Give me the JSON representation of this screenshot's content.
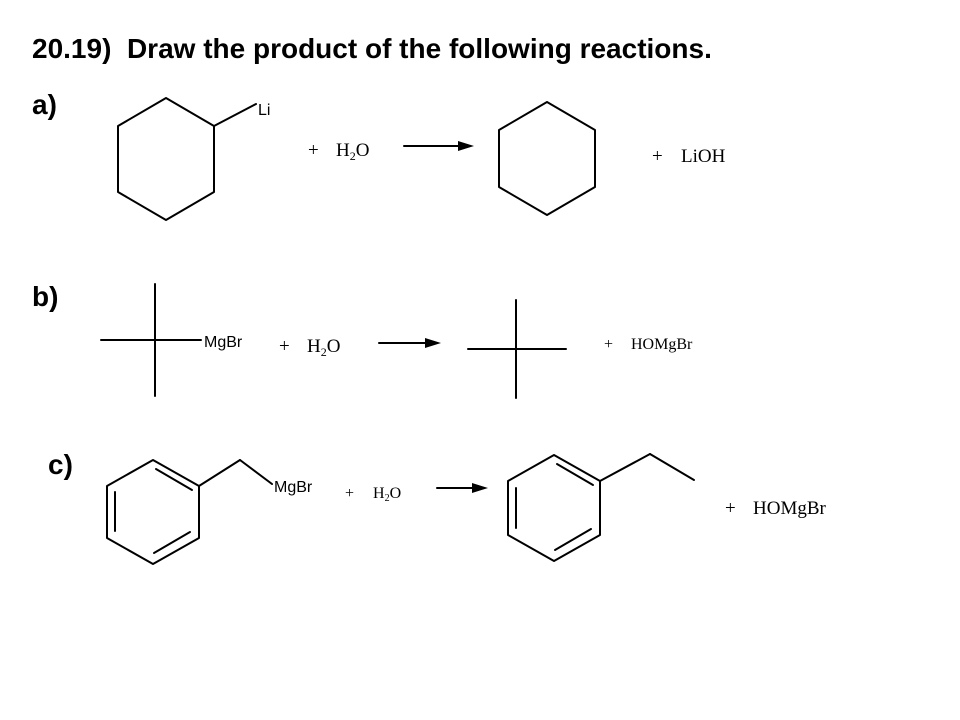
{
  "title": "20.19)  Draw the product of the following reactions.",
  "parts": [
    {
      "label": "a)",
      "reactant_substituent": "Li",
      "reagent": {
        "plus": "+",
        "prefix": "H",
        "subscript": "2",
        "suffix": "O"
      },
      "byproduct": {
        "plus": "+",
        "formula": "LiOH"
      }
    },
    {
      "label": "b)",
      "reactant_substituent": "MgBr",
      "reagent": {
        "plus": "+",
        "prefix": "H",
        "subscript": "2",
        "suffix": "O"
      },
      "byproduct": {
        "plus": "+",
        "formula": "HOMgBr"
      }
    },
    {
      "label": "c)",
      "reactant_substituent": "MgBr",
      "reagent": {
        "plus": "+",
        "prefix": "H",
        "subscript": "2",
        "suffix": "O"
      },
      "byproduct": {
        "plus": "+",
        "formula": "HOMgBr"
      }
    }
  ]
}
